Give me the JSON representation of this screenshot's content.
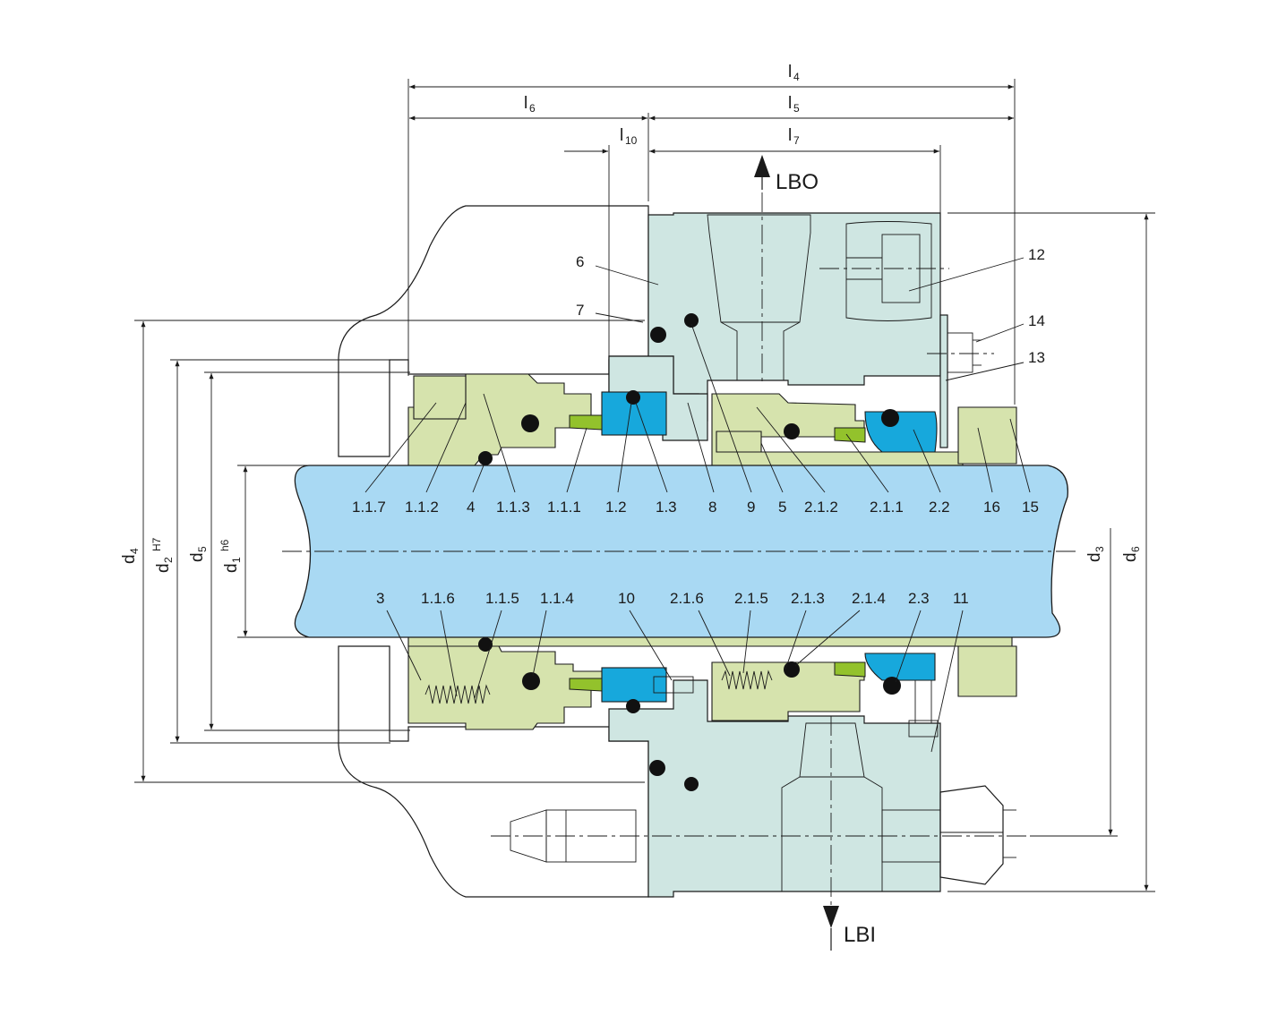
{
  "dimensions": {
    "l4": {
      "main": "l",
      "sub": "4"
    },
    "l6": {
      "main": "l",
      "sub": "6"
    },
    "l5": {
      "main": "l",
      "sub": "5"
    },
    "l10": {
      "main": "l",
      "sub": "10"
    },
    "l7": {
      "main": "l",
      "sub": "7"
    },
    "d4": {
      "main": "d",
      "sub": "4"
    },
    "d2": {
      "main": "d",
      "sub": "2",
      "sup": "H7"
    },
    "d5": {
      "main": "d",
      "sub": "5"
    },
    "d1": {
      "main": "d",
      "sub": "1",
      "sup": "h6"
    },
    "d3": {
      "main": "d",
      "sub": "3"
    },
    "d6": {
      "main": "d",
      "sub": "6"
    }
  },
  "ports": {
    "outlet": "LBO",
    "inlet": "LBI"
  },
  "labels_top": [
    "1.1.7",
    "1.1.2",
    "4",
    "1.1.3",
    "1.1.1",
    "1.2",
    "1.3",
    "8",
    "9",
    "5",
    "2.1.2",
    "2.1.1",
    "2.2",
    "16",
    "15"
  ],
  "labels_bottom": [
    "3",
    "1.1.6",
    "1.1.5",
    "1.1.4",
    "10",
    "2.1.6",
    "2.1.5",
    "2.1.3",
    "2.1.4",
    "2.3",
    "11"
  ],
  "labels_right": [
    "6",
    "7",
    "12",
    "14",
    "13"
  ],
  "colors": {
    "housing": "#cfe6e2",
    "sleeve": "#d6e3ad",
    "seal_face": "#17a8dc",
    "seat": "#93c22c",
    "shaft": "#a9d9f3",
    "o_ring": "#111111"
  }
}
